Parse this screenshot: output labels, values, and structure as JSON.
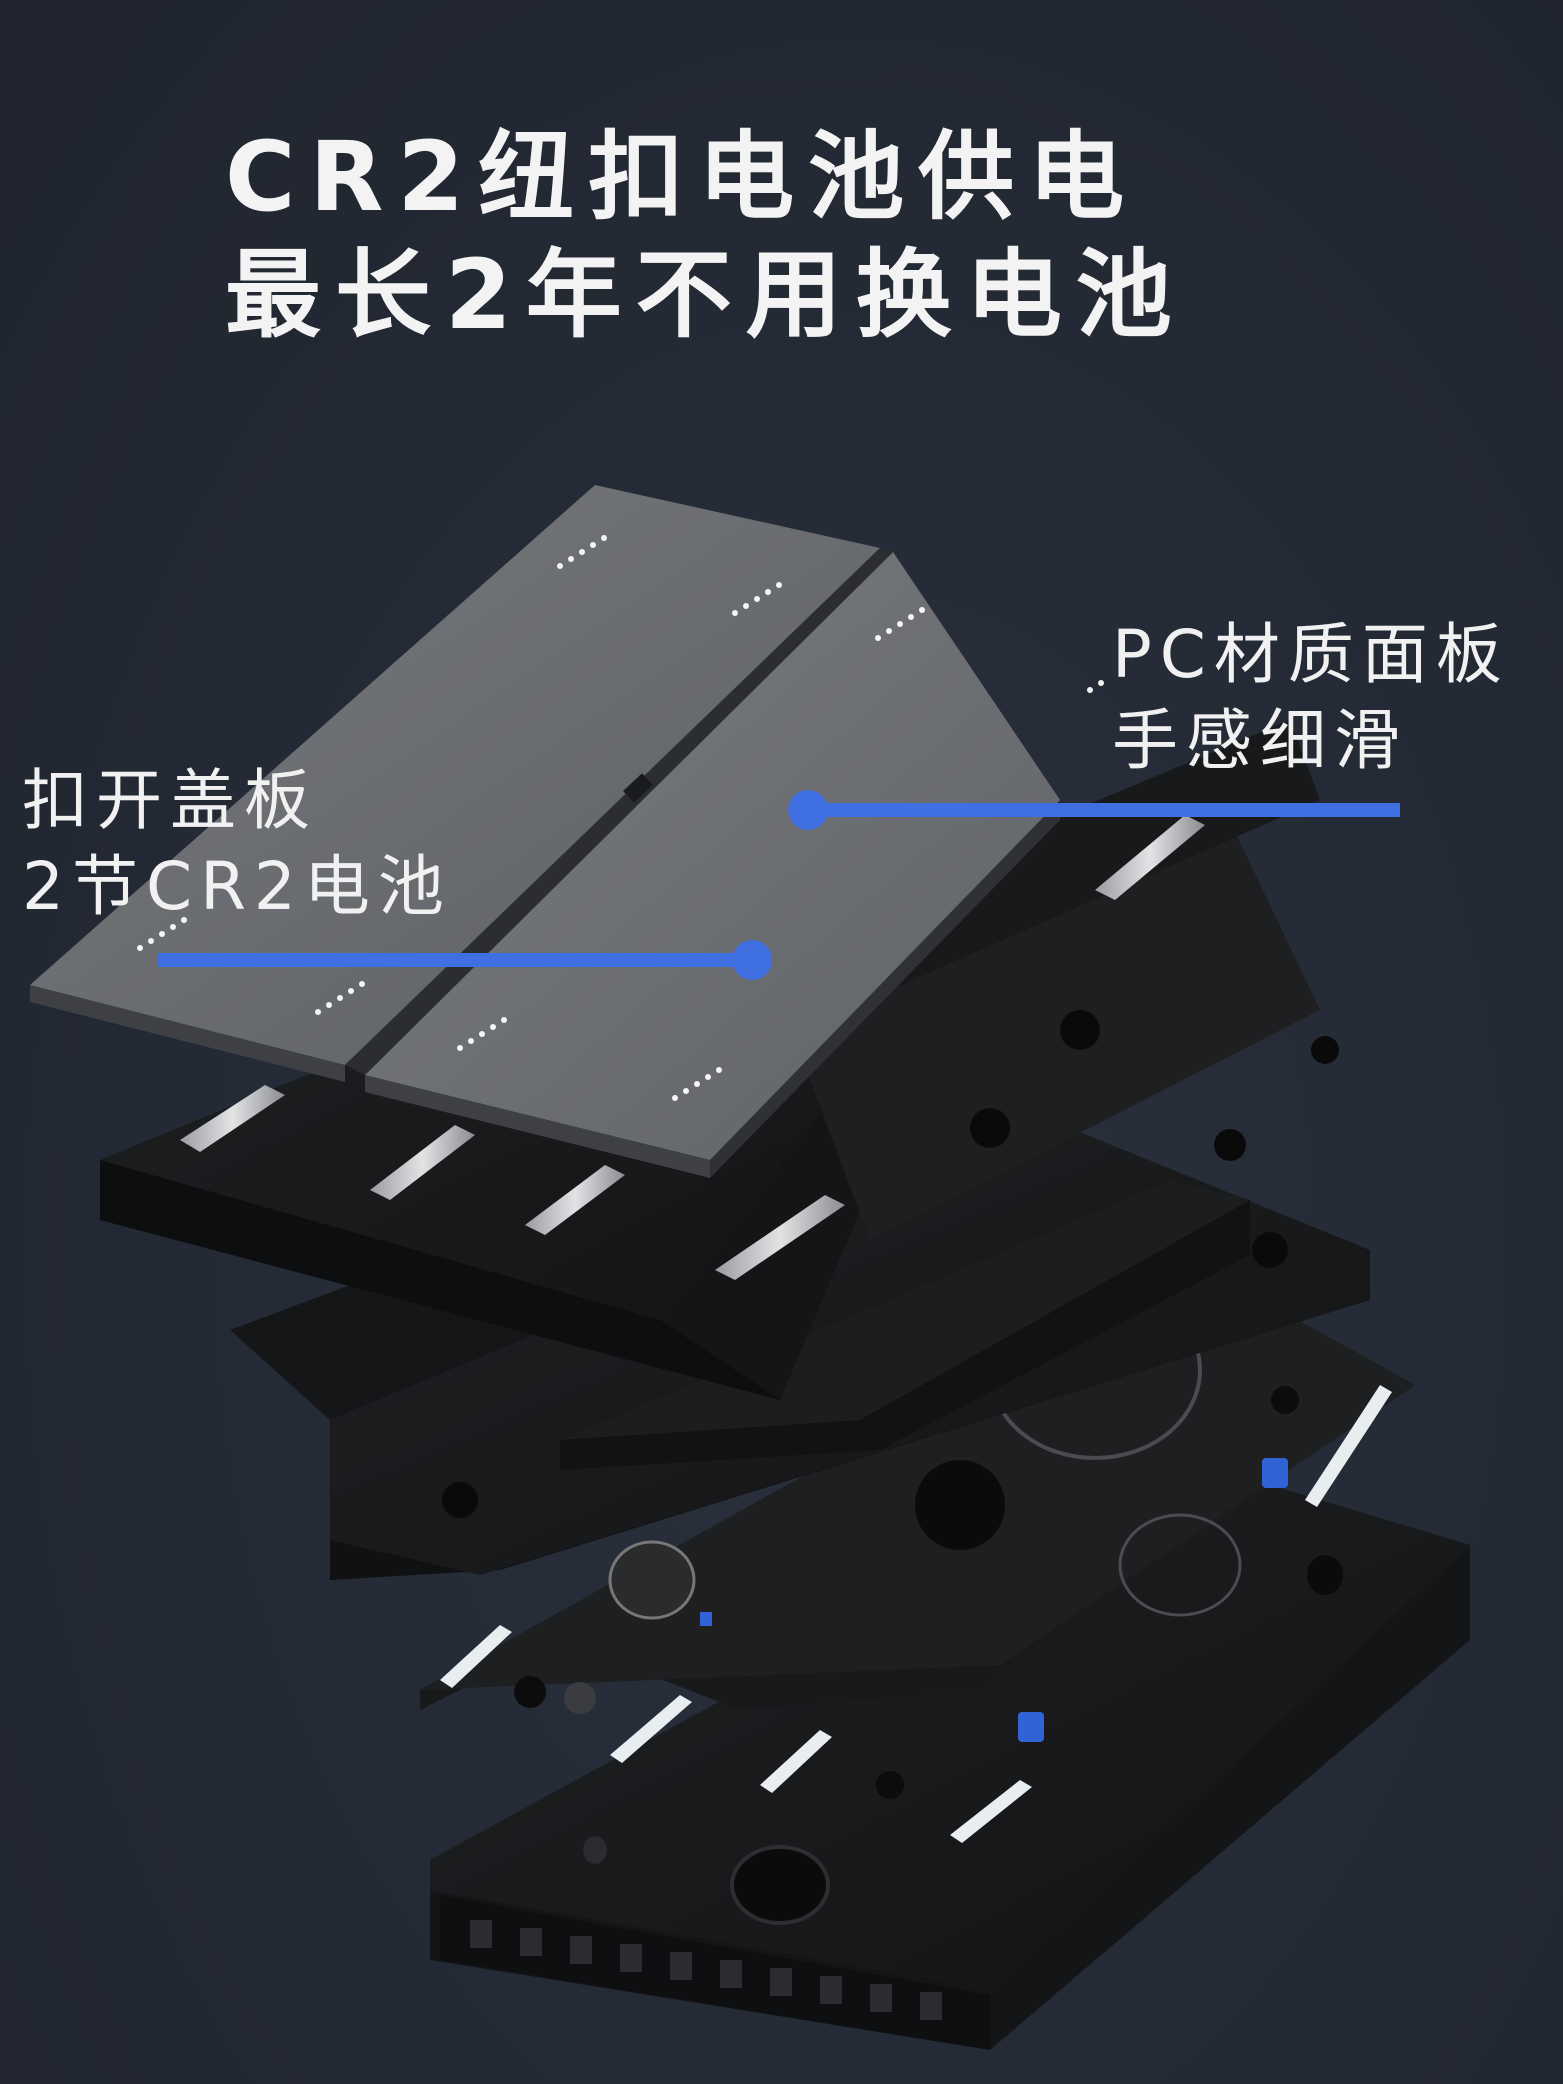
{
  "headline": {
    "line1": "CR2纽扣电池供电",
    "line2": "最长2年不用换电池"
  },
  "callouts": {
    "battery": {
      "line1": "扣开盖板",
      "line2": "2节CR2电池"
    },
    "panel": {
      "line1": "PC材质面板",
      "line2": "手感细滑"
    }
  },
  "colors": {
    "background": "#242a35",
    "headline_text": "#f3f3f3",
    "callout_line": "#3f6fe0",
    "panel_gray": "#6b6e73",
    "body_black": "#161719"
  }
}
